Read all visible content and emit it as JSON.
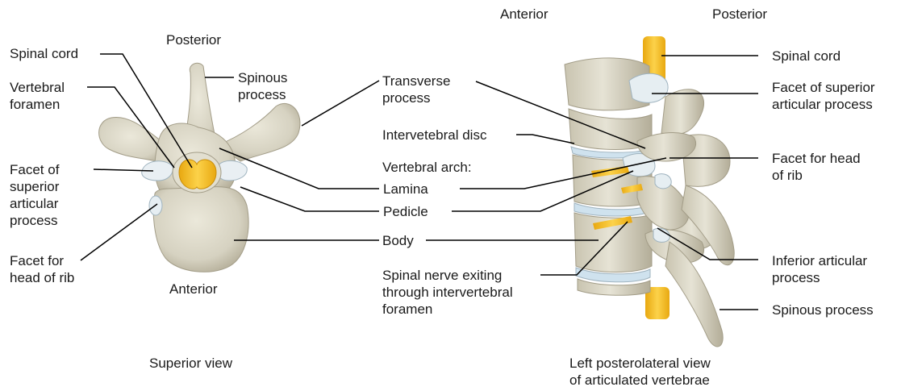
{
  "superior": {
    "posterior": "Posterior",
    "anterior": "Anterior",
    "caption": "Superior view",
    "labels": {
      "spinal_cord": "Spinal cord",
      "vertebral_foramen": "Vertebral\nforamen",
      "facet_superior": "Facet of\nsuperior\narticular\nprocess",
      "facet_rib": "Facet for\nhead of rib",
      "spinous": "Spinous\nprocess"
    }
  },
  "center": {
    "transverse": "Transverse\nprocess",
    "disc": "Intervetebral disc",
    "arch": "Vertebral arch:",
    "lamina": "Lamina",
    "pedicle": "Pedicle",
    "body": "Body",
    "nerve": "Spinal nerve exiting\nthrough intervertebral\nforamen"
  },
  "lateral": {
    "anterior": "Anterior",
    "posterior": "Posterior",
    "caption": "Left posterolateral view\nof articulated vertebrae",
    "labels": {
      "spinal_cord": "Spinal cord",
      "facet_superior": "Facet of superior\narticular process",
      "facet_rib": "Facet for head\nof rib",
      "inferior": "Inferior articular\nprocess",
      "spinous": "Spinous process"
    }
  },
  "colors": {
    "bone": "#d9d5c5",
    "bone_shadow": "#b8b29e",
    "cord": "#f5c232",
    "facet": "#e6eef2",
    "line": "#000000"
  }
}
